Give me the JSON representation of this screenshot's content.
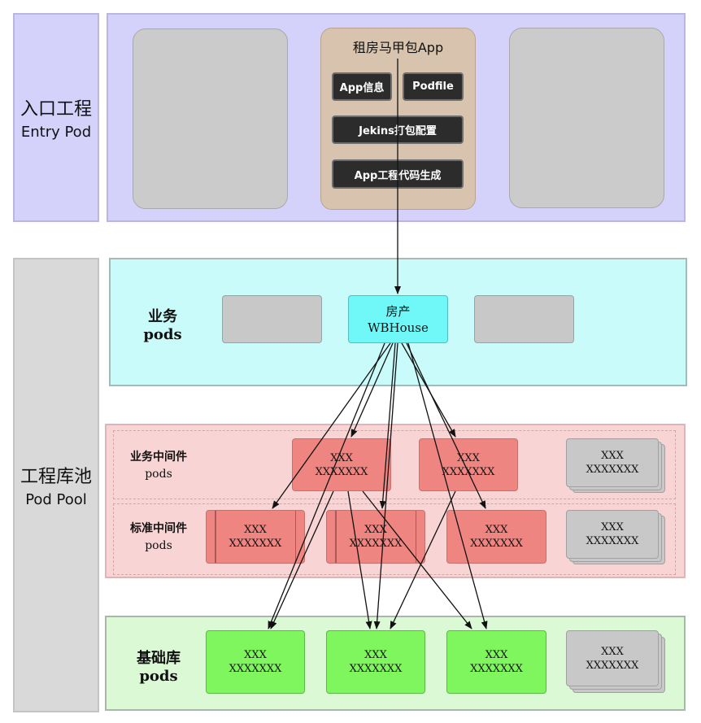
{
  "sections": {
    "entry": {
      "zh": "入口工程",
      "en": "Entry Pod"
    },
    "pool": {
      "zh": "工程库池",
      "en": "Pod Pool"
    }
  },
  "entry_panel": {
    "app_title": "租房马甲包App",
    "buttons": [
      "App信息",
      "Podfile",
      "Jekins打包配置",
      "App工程代码生成"
    ]
  },
  "rows": {
    "business": {
      "zh": "业务",
      "en": "pods"
    },
    "biz_middleware": {
      "zh": "业务中间件",
      "en": "pods"
    },
    "std_middleware": {
      "zh": "标准中间件",
      "en": "pods"
    },
    "base": {
      "zh": "基础库",
      "en": "pods"
    }
  },
  "nodes": {
    "house": {
      "line1": "房产",
      "line2": "WBHouse"
    },
    "placeholder": {
      "line1": "XXX",
      "line2": "XXXXXXX"
    }
  },
  "colors": {
    "entry_bg": "#d4d2fb",
    "business_bg": "#c9fbfb",
    "middleware_bg": "#f8d4d4",
    "base_bg": "#dcf9d6",
    "house_node": "#70f8f8",
    "middleware_node": "#ef8580",
    "base_node": "#7ff65e",
    "inactive_node": "#c8c8c8"
  }
}
